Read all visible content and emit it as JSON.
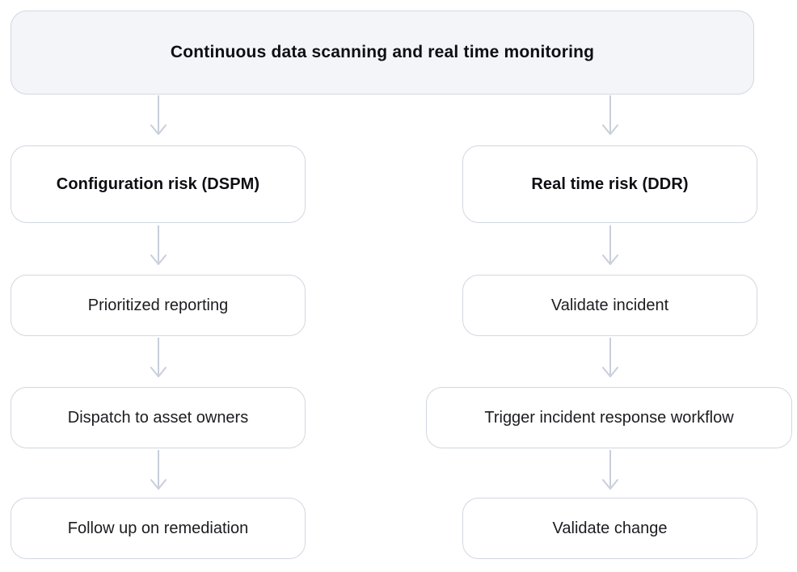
{
  "diagram": {
    "root": {
      "label": "Continuous data scanning and real time monitoring"
    },
    "columns": [
      {
        "title": "Configuration risk (DSPM)",
        "steps": [
          "Prioritized reporting",
          "Dispatch to asset owners",
          "Follow up on remediation"
        ]
      },
      {
        "title": "Real time risk (DDR)",
        "steps": [
          "Validate incident",
          "Trigger incident response workflow",
          "Validate change"
        ]
      }
    ],
    "colors": {
      "root_fill": "#f3f5f9",
      "node_fill": "#ffffff",
      "node_border": "#d2d7e0",
      "arrow": "#c9ceda",
      "heading_text": "#0e0e13",
      "step_text": "#1c1c21",
      "background": "#ffffff"
    }
  }
}
